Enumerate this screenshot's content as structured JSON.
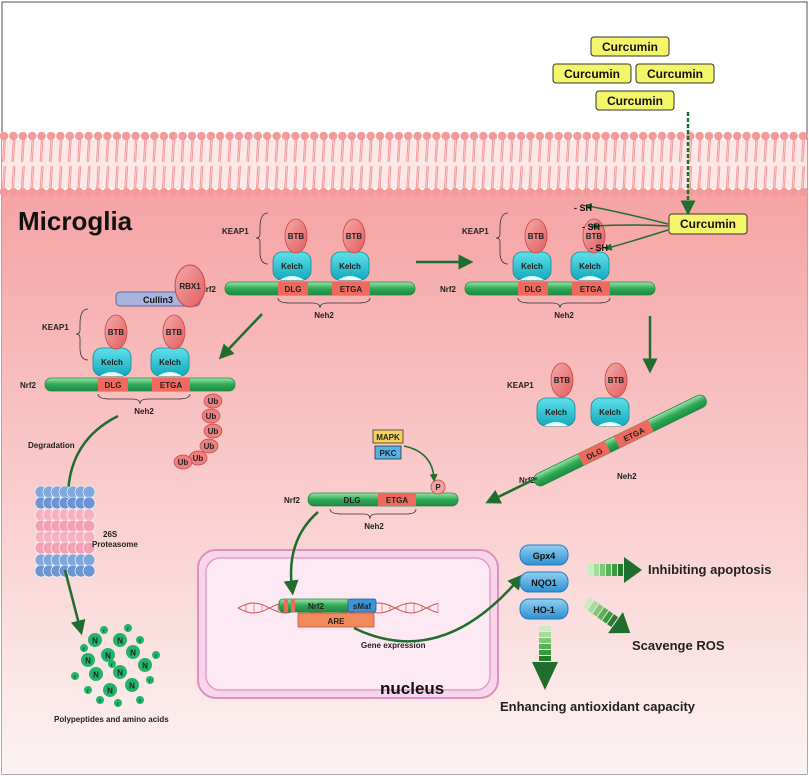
{
  "labels": {
    "cell": "Microglia",
    "nucleus": "nucleus",
    "curcumin": "Curcumin",
    "keap1": "KEAP1",
    "btb": "BTB",
    "kelch": "Kelch",
    "nrf2": "Nrf2",
    "dlg": "DLG",
    "etga": "ETGA",
    "neh2": "Neh2",
    "sh": "SH",
    "cullin3": "Cullin3",
    "rbx1": "RBX1",
    "ub": "Ub",
    "degradation": "Degradation",
    "proteasome_line1": "26S",
    "proteasome_line2": "Proteasome",
    "polypeptides": "Polypeptides and amino acids",
    "aa_n": "N",
    "aa_r": "r",
    "mapk": "MAPK",
    "pkc": "PKC",
    "phos": "P",
    "smaf": "sMaf",
    "are": "ARE",
    "gene_expression": "Gene expression",
    "gpx4": "Gpx4",
    "nqo1": "NQO1",
    "ho1": "HO-1",
    "outcome_apoptosis": "Inhibiting apoptosis",
    "outcome_ros": "Scavenge ROS",
    "outcome_antioxidant": "Enhancing antioxidant capacity"
  },
  "colors": {
    "membrane": "#f39a9a",
    "cytoplasm_top": "#f6a6a6",
    "cytoplasm_bottom": "#fdf1f1",
    "curcumin_fill": "#f4f56a",
    "btb": "#ee7d7d",
    "kelch": "#24c6d6",
    "nrf2_bar": "#33b05a",
    "domain": "#ef6a5c",
    "arrow": "#1f6e2e",
    "nucleus_border": "#e08ec7",
    "enzyme": "#4aa7df"
  }
}
